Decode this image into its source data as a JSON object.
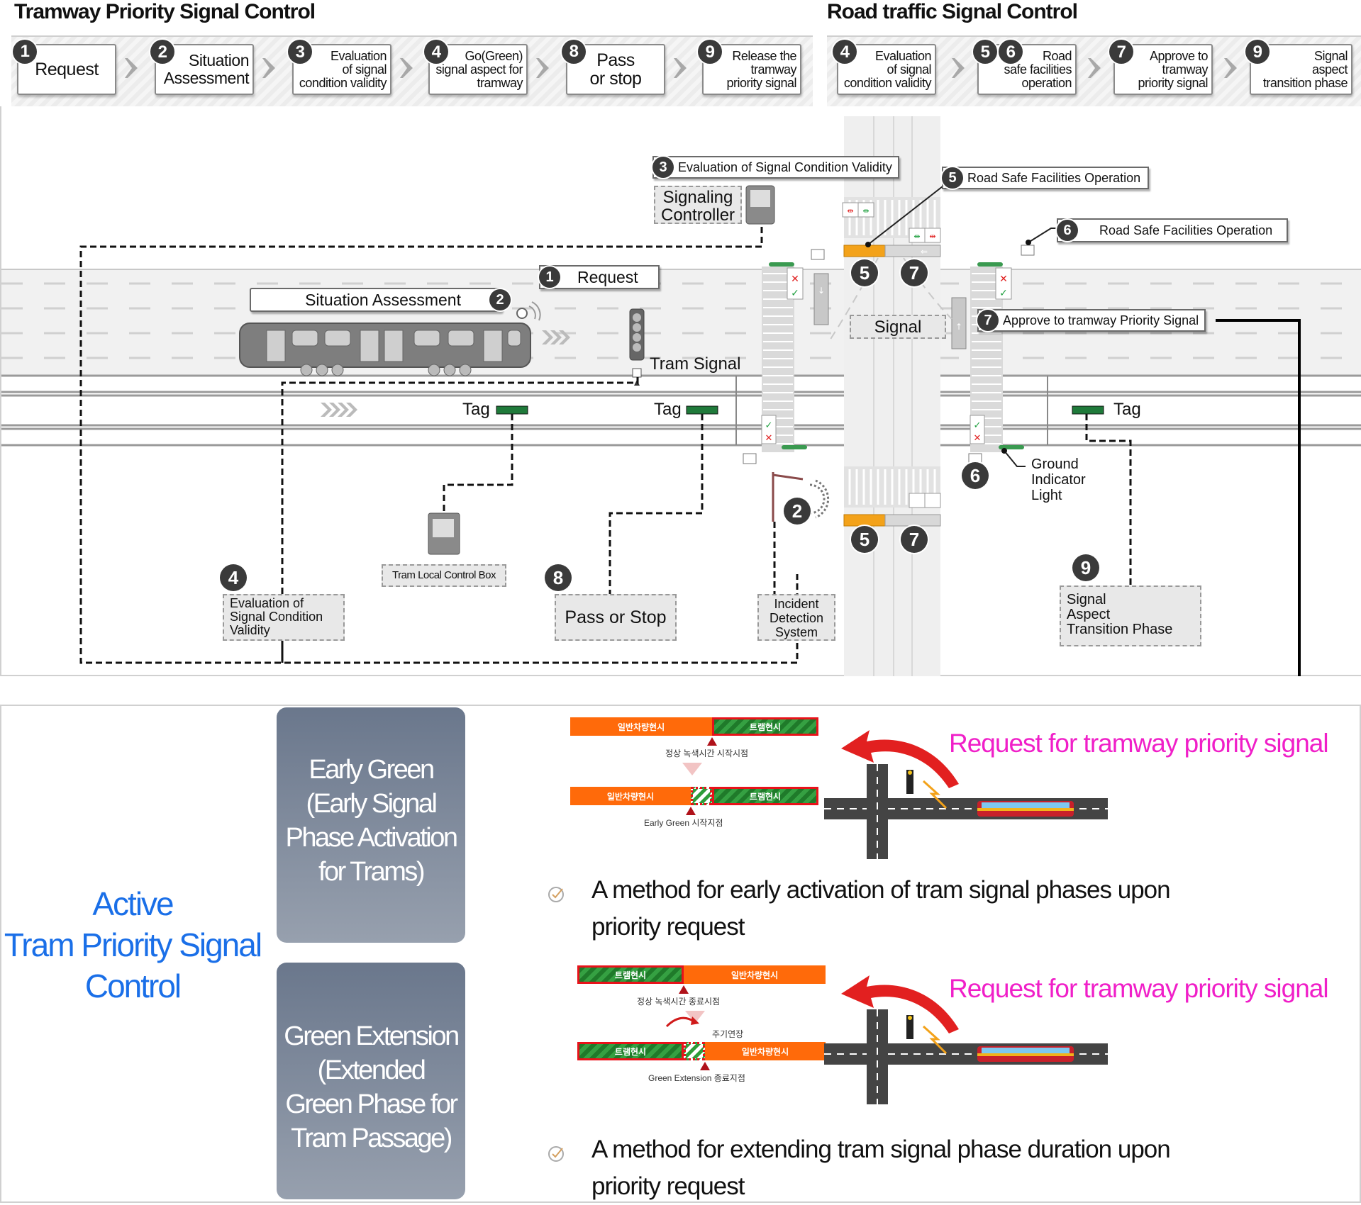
{
  "titles": {
    "tram": "Tramway Priority Signal Control",
    "road": "Road traffic Signal Control"
  },
  "tram_steps": [
    {
      "num": "1",
      "label": "Request"
    },
    {
      "num": "2",
      "label": "Situation\nAssessment"
    },
    {
      "num": "3",
      "label": "Evaluation\nof signal\ncondition validity"
    },
    {
      "num": "4",
      "label": "Go(Green)\nsignal aspect for\ntramway"
    },
    {
      "num": "8",
      "label": "Pass\nor stop"
    },
    {
      "num": "9",
      "label": "Release the\ntramway\npriority signal"
    }
  ],
  "road_steps": [
    {
      "num": "4",
      "label": "Evaluation\nof signal\ncondition validity"
    },
    {
      "num": "5",
      "num2": "6",
      "label": "Road\nsafe facilities\noperation"
    },
    {
      "num": "7",
      "label": "Approve to\ntramway\npriority signal"
    },
    {
      "num": "9",
      "label": "Signal\naspect\ntransition phase"
    }
  ],
  "diagram": {
    "callouts": {
      "eval": {
        "num": "3",
        "label": "Evaluation of Signal Condition Validity"
      },
      "road_safe_5": {
        "num": "5",
        "label": "Road Safe Facilities Operation"
      },
      "road_safe_6": {
        "num": "6",
        "label": "Road Safe Facilities Operation"
      },
      "request": {
        "num": "1",
        "label": "Request"
      },
      "situation": {
        "num": "2",
        "label": "Situation Assessment"
      },
      "approve": {
        "num": "7",
        "label": "Approve to  tramway Priority Signal"
      }
    },
    "boxes": {
      "signaling_controller": "Signaling\nController",
      "signal": "Signal",
      "tram_local_control_box": "Tram Local Control Box",
      "eval_validity": "Evaluation of\nSignal Condition\nValidity",
      "pass_or_stop": "Pass or Stop",
      "incident_detection": "Incident\nDetection\nSystem",
      "signal_aspect_transition": "Signal\nAspect\nTransition Phase"
    },
    "labels": {
      "tram_signal": "Tram Signal",
      "tag": "Tag",
      "ground_indicator": "Ground\nIndicator\nLight"
    },
    "markers": {
      "eval_num": "4",
      "pass_num": "8",
      "incident_num": "2",
      "transition_num": "9",
      "ground_num": "6",
      "crossing_top_a": "5",
      "crossing_top_b": "7",
      "crossing_bottom_a": "5",
      "crossing_bottom_b": "7"
    }
  },
  "bottom": {
    "title": "Active\nTram Priority Signal\nControl",
    "methods": [
      {
        "card": "Early Green\n(Early Signal\nPhase Activation\nfor Trams)",
        "request": "Request for tramway priority signal",
        "description": "A method for early activation of tram signal phases upon\npriority request",
        "bars": {
          "general": "일반차량현시",
          "tram": "트램현시",
          "caption_top": "정상 녹색시간 시작시점",
          "caption_bottom": "Early Green 시작지점"
        }
      },
      {
        "card": "Green Extension\n(Extended\nGreen Phase for\nTram Passage)",
        "request": "Request for tramway priority signal",
        "description": "A method for extending tram signal phase duration upon\npriority request",
        "bars": {
          "general": "일반차량현시",
          "tram": "트램현시",
          "caption_top": "정상 녹색시간 종료시점",
          "caption_extend": "주기연장",
          "caption_bottom": "Green Extension 종료지점"
        }
      }
    ]
  },
  "colors": {
    "accent_blue": "#1a6fe8",
    "request_magenta": "#f01fc8",
    "general_phase_orange": "#ff6a0a",
    "tram_phase_green": "#1f7a2a",
    "tram_phase_border_red": "#e8121a"
  }
}
